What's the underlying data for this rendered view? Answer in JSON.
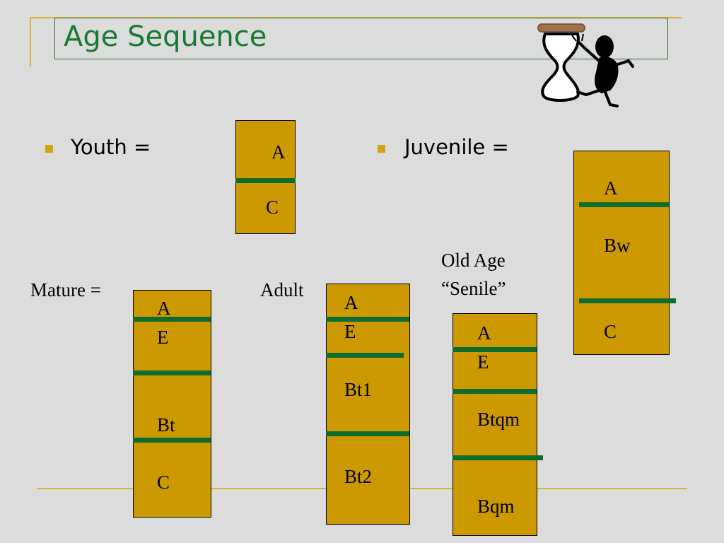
{
  "title": "Age Sequence",
  "bullets": {
    "youth": "Youth =",
    "juvenile": "Juvenile ="
  },
  "labels": {
    "mature": "Mature =",
    "adult": "Adult",
    "old_age_line1": "Old Age",
    "old_age_line2": "“Senile”"
  },
  "profiles": {
    "youth": [
      "A",
      "C"
    ],
    "juvenile": [
      "A",
      "Bw",
      "C"
    ],
    "mature": [
      "A",
      "E",
      "Bt",
      "C"
    ],
    "adult": [
      "A",
      "E",
      "Bt1",
      "Bt2"
    ],
    "old_age": [
      "A",
      "E",
      "Btqm",
      "Bqm"
    ]
  },
  "colors": {
    "title": "#1a7a32",
    "soil": "#cc9900",
    "boundary": "#0f6b2e",
    "accent": "#d9b23a",
    "background": "#dcdcdc"
  },
  "icons": {
    "clipart": "hourglass-figure-icon"
  }
}
